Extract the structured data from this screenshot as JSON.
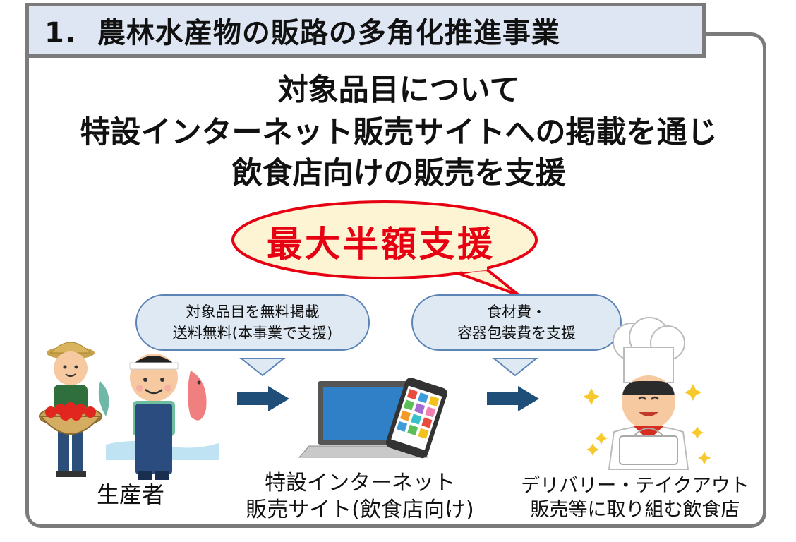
{
  "title": "1.  農林水産物の販路の多角化推進事業",
  "headline": [
    "対象品目について",
    "特設インターネット販売サイトへの掲載を通じ",
    "飲食店向けの販売を支援"
  ],
  "callout": "最大半額支援",
  "bubbles": {
    "left": [
      "対象品目を無料掲載",
      "送料無料(本事業で支援)"
    ],
    "right": [
      "食材費・",
      "容器包装費を支援"
    ]
  },
  "captions": {
    "producer": "生産者",
    "site": [
      "特設インターネット",
      "販売サイト(飲食店向け)"
    ],
    "restaurant": [
      "デリバリー・テイクアウト",
      "販売等に取り組む飲食店"
    ]
  },
  "colors": {
    "frame": "#7b7b7b",
    "title_bg": "#dde6f2",
    "callout_red": "#e60012",
    "callout_fill": "#fdf4d4",
    "bubble_fill": "#dfe9f4",
    "bubble_stroke": "#5d84b6",
    "arrow": "#1f4e79"
  },
  "icons": [
    "farmer-illustration",
    "fisherman-illustration",
    "laptop-icon",
    "smartphone-icon",
    "chef-illustration",
    "arrow-right-icon"
  ]
}
